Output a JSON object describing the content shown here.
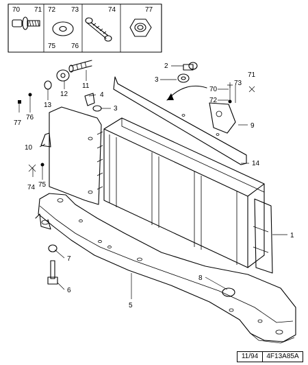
{
  "hardware_panel": {
    "cells": [
      {
        "labels": [
          "70",
          "71"
        ],
        "icon": "bolt-with-washer-icon"
      },
      {
        "labels": [
          "72",
          "73",
          "75",
          "76"
        ],
        "icon": "flat-washer-icon"
      },
      {
        "labels": [
          "74"
        ],
        "icon": "self-tapping-screw-icon"
      },
      {
        "labels": [
          "77"
        ],
        "icon": "hex-nut-icon"
      }
    ]
  },
  "callouts": {
    "c1": "1",
    "c2": "2",
    "c3a": "3",
    "c3b": "3",
    "c4": "4",
    "c5": "5",
    "c6": "6",
    "c7": "7",
    "c8": "8",
    "c9": "9",
    "c10": "10",
    "c11": "11",
    "c12": "12",
    "c13": "13",
    "c14": "14",
    "c70": "70",
    "c71": "71",
    "c72": "72",
    "c73": "73",
    "c74": "74",
    "c75": "75",
    "c76": "76",
    "c77": "77"
  },
  "footer": {
    "date": "11/94",
    "reference": "4F13A85A"
  }
}
